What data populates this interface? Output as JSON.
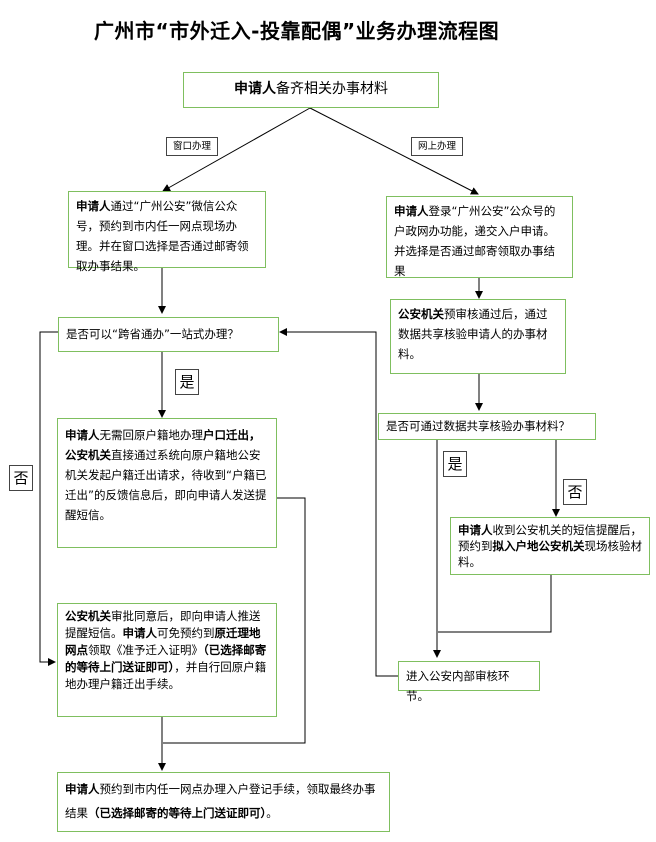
{
  "title": "广州市“市外迁入-投靠配偶”业务办理流程图",
  "start": {
    "bold": "申请人",
    "text": "备齐相关办事材料"
  },
  "labels": {
    "window": "窗口办理",
    "online": "网上办理",
    "yes": "是",
    "no": "否"
  },
  "left1": {
    "bold": "申请人",
    "text": "通过“广州公安”微信公众号，预约到市内任一网点现场办理。并在窗口选择是否通过邮寄领取办事结果。"
  },
  "right1": {
    "bold": "申请人",
    "text": "登录“广州公安”公众号的户政网办功能，递交入户申请。并选择是否通过邮寄领取办事结果"
  },
  "right2": {
    "bold": "公安机关",
    "text": "预审核通过后，通过数据共享核验申请人的办事材料。"
  },
  "decision_left": "是否可以“跨省通办”一站式办理？",
  "decision_right": "是否可通过数据共享核验办事材料？",
  "left2": {
    "p1_bold": "申请人",
    "p1_a": "无需回原户籍地办理",
    "p1_bold2": "户口迁出",
    "p1_b": "，",
    "p2_bold": "公安机关",
    "p2_a": "直接通过系统向原户籍地公安机关发起户籍迁出请求，待收到“户籍已迁出”的反馈信息后，即向申请人发送提醒短信。"
  },
  "right3": {
    "p1_bold": "申请人",
    "p1_a": "收到公安机关的短信提醒后，预约到",
    "p1_bold2": "拟入户地公安机关",
    "p1_b": "现场核验材料。"
  },
  "left3": {
    "b1": "公安机关",
    "t1": "审批同意后，即向申请人推送提醒短信。",
    "b2": "申请人",
    "t2": "可免预约到",
    "b3": "原迁理地网点",
    "t3": "领取《准予迁入证明》",
    "b4": "（已选择邮寄的等待上门送证即可）",
    "t4": "，并自行回原户籍地办理户籍迁出手续。"
  },
  "internal": "进入公安内部审核环节。",
  "final": {
    "bold": "申请人",
    "text": "预约到市内任一网点办理入户登记手续，领取最终办事结果",
    "bold2": "（已选择邮寄的等待上门送证即可）",
    "end": "。"
  }
}
